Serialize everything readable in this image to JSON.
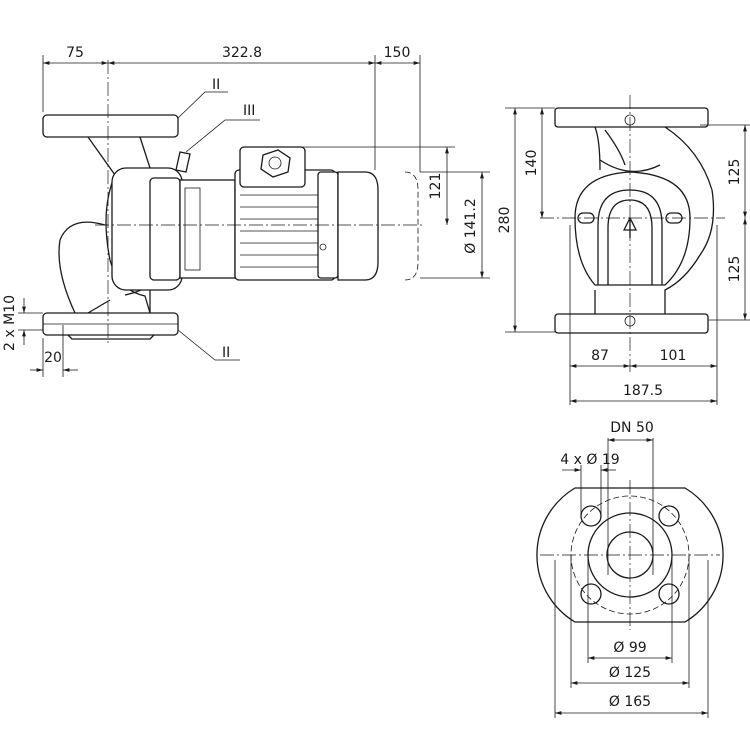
{
  "side_view": {
    "dim_75": "75",
    "dim_322_8": "322.8",
    "dim_150": "150",
    "label_II_top": "II",
    "label_III": "III",
    "dim_121": "121",
    "dim_dia_141_2": "Ø 141.2",
    "dim_2xM10": "2 x M10",
    "dim_20": "20",
    "label_II_bottom": "II"
  },
  "front_view": {
    "dim_280": "280",
    "dim_140": "140",
    "dim_125_top": "125",
    "dim_125_bottom": "125",
    "dim_87": "87",
    "dim_101": "101",
    "dim_187_5": "187.5"
  },
  "flange_view": {
    "dim_dn50": "DN 50",
    "dim_holes": "4 x Ø 19",
    "dim_dia_99": "Ø 99",
    "dim_dia_125": "Ø 125",
    "dim_dia_165": "Ø 165"
  }
}
